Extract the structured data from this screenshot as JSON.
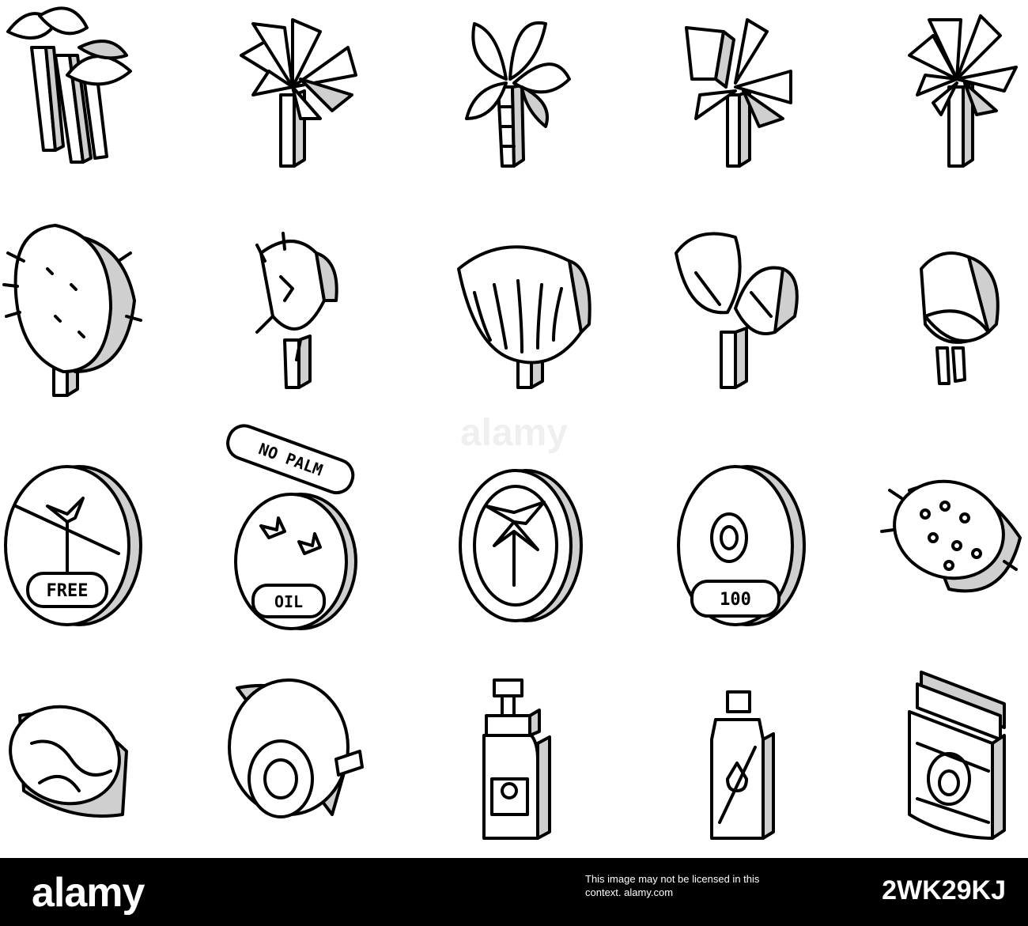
{
  "watermark": {
    "text": "alamy"
  },
  "footer": {
    "logo": "alamy",
    "side_text": "This image may not be licensed in this context. alamy.com",
    "image_id": "2WK29KJ"
  },
  "badges": {
    "free_label": "FREE",
    "no_palm_label": "NO PALM",
    "oil_label": "OIL",
    "hundred_label": "100"
  },
  "icons": [
    "banana-tree-icon",
    "palm-tree-icon",
    "coconut-palm-icon",
    "fan-palm-icon",
    "date-palm-icon",
    "durian-tree-icon",
    "sago-palm-icon",
    "fountain-palm-icon",
    "broad-palm-icon",
    "shrub-palm-icon",
    "palm-free-badge-icon",
    "no-palm-oil-badge-icon",
    "palm-badge-icon",
    "oil-100-badge-icon",
    "palm-fruit-bunch-icon",
    "soap-bar-icon",
    "oil-pan-icon",
    "pump-bottle-icon",
    "oil-bottle-icon",
    "oil-jar-icon"
  ]
}
